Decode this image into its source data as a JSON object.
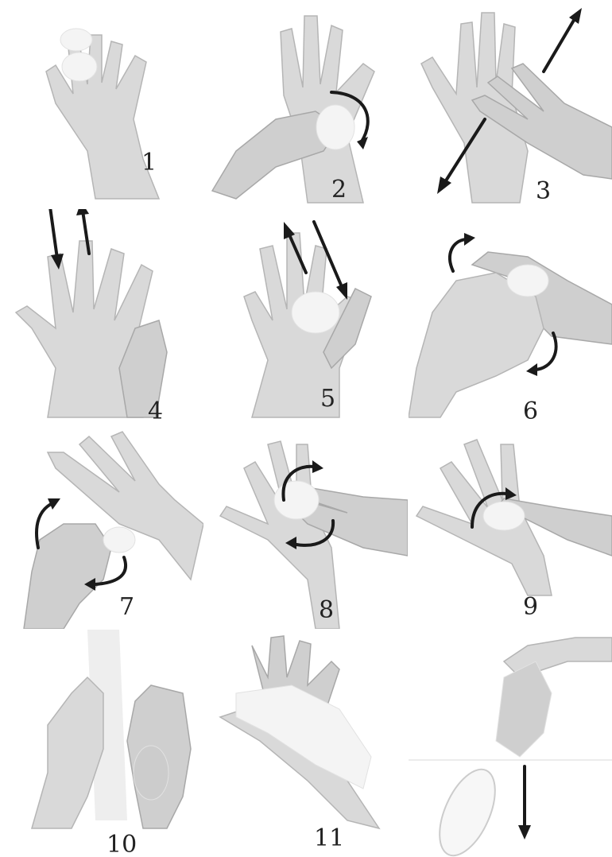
{
  "steps": [
    {
      "label": "1",
      "icon": "hand-with-soap-icon"
    },
    {
      "label": "2",
      "icon": "palm-rubbing-icon"
    },
    {
      "label": "3",
      "icon": "hand-over-hand-icon"
    },
    {
      "label": "4",
      "icon": "interlaced-fingers-back-icon"
    },
    {
      "label": "5",
      "icon": "interlaced-fingers-palm-icon"
    },
    {
      "label": "6",
      "icon": "thumb-rotation-icon"
    },
    {
      "label": "7",
      "icon": "fist-rotation-icon"
    },
    {
      "label": "8",
      "icon": "fingertips-circular-icon"
    },
    {
      "label": "9",
      "icon": "wrist-rubbing-icon"
    },
    {
      "label": "10",
      "icon": "rinse-under-water-icon"
    },
    {
      "label": "11",
      "icon": "dry-with-towel-icon"
    },
    {
      "label": "",
      "icon": "discard-towel-bin-icon"
    }
  ]
}
